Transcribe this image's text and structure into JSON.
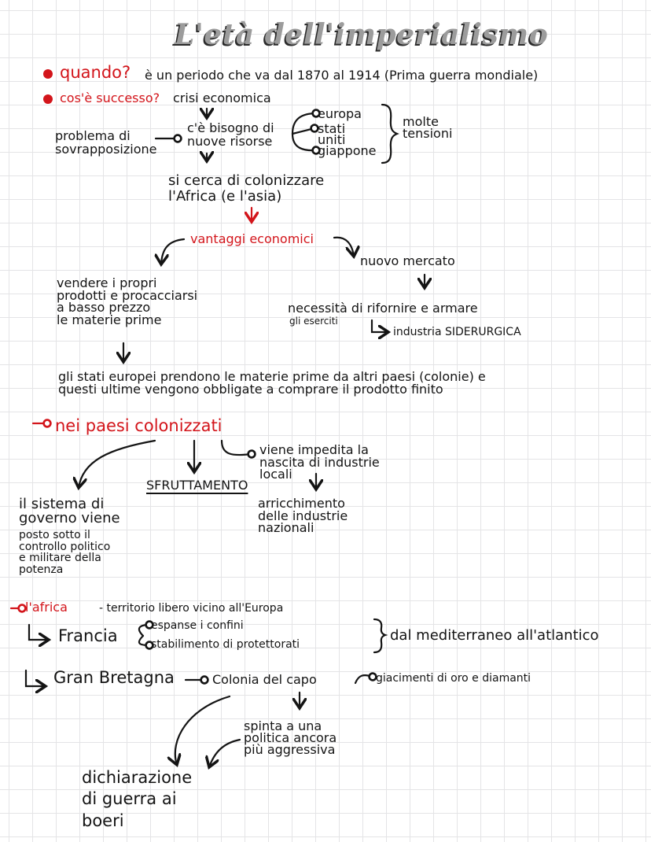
{
  "title": "L'età dell'imperialismo",
  "colors": {
    "accent_red": "#d3151b",
    "ink": "#141414",
    "title_fill": "#9c9c9c",
    "grid": "#e4e4e6"
  },
  "section_quando": {
    "bullet_icon": "red-dot",
    "label": "quando?",
    "text": "è un periodo che va dal 1870 al 1914 (Prima guerra mondiale)"
  },
  "section_cosa": {
    "bullet_icon": "red-dot",
    "label": "cos'è successo?",
    "text": "crisi economica"
  },
  "causes": {
    "problema": "problema di\nsovrapposizione",
    "bisogno": "c'è bisogno di\nnuove risorse",
    "countries": [
      "europa",
      "stati\nuniti",
      "giappone"
    ],
    "tensioni": "molte\ntensioni"
  },
  "colonizzare": "si cerca di colonizzare\nl'Africa (e l'asia)",
  "vantaggi": {
    "label": "vantaggi economici",
    "left": "vendere i propri\nprodotti e procacciarsi\na basso prezzo\nle materie prime",
    "right_title": "nuovo mercato",
    "right_text": "necessità di rifornire e armare",
    "right_sub": "gli eserciti",
    "industria": "industria SIDERURGICA"
  },
  "summary": "gli stati europei prendono le materie prime da altri paesi (colonie) e\nquesti ultime vengono obbligate a comprare il prodotto finito",
  "colonizzati": {
    "label": "nei paesi colonizzati",
    "governo": "il sistema di\ngoverno viene",
    "governo_small": "posto sotto il\ncontrollo politico\ne militare della\npotenza",
    "sfruttamento": "SFRUTTAMENTO",
    "impedita": "viene impedita la\nnascita di industrie\nlocali",
    "arricchimento": "arricchimento\ndelle industrie\nnazionali"
  },
  "africa": {
    "label": "l'africa",
    "text": "- territorio libero vicino all'Europa",
    "francia": "Francia",
    "francia_items": [
      "espanse i confini",
      "stabilimento di protettorati"
    ],
    "francia_result": "dal mediterraneo all'atlantico",
    "gb": "Gran Bretagna",
    "colonia": "Colonia del capo",
    "giacimenti": "giacimenti di oro e diamanti",
    "spinta": "spinta a una\npolitica ancora\npiù aggressiva",
    "dichiarazione": "dichiarazione\ndi guerra ai\nboeri"
  }
}
